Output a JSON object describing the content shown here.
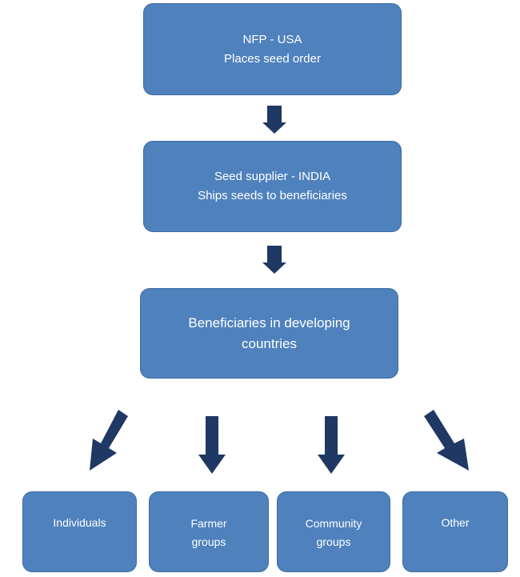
{
  "nodes": {
    "nfp": {
      "line1": "NFP - USA",
      "line2": "Places seed order"
    },
    "supplier": {
      "line1": "Seed supplier - INDIA",
      "line2": "Ships seeds to beneficiaries"
    },
    "beneficiaries": {
      "line1": "Beneficiaries in developing",
      "line2": "countries"
    },
    "individuals": {
      "line1": "Individuals"
    },
    "farmer": {
      "line1": "Farmer",
      "line2": "groups"
    },
    "community": {
      "line1": "Community",
      "line2": "groups"
    },
    "other": {
      "line1": "Other"
    }
  },
  "colors": {
    "box_fill": "#4f81bd",
    "box_border": "#3d6da3",
    "arrow": "#1f3864",
    "text": "#ffffff"
  }
}
